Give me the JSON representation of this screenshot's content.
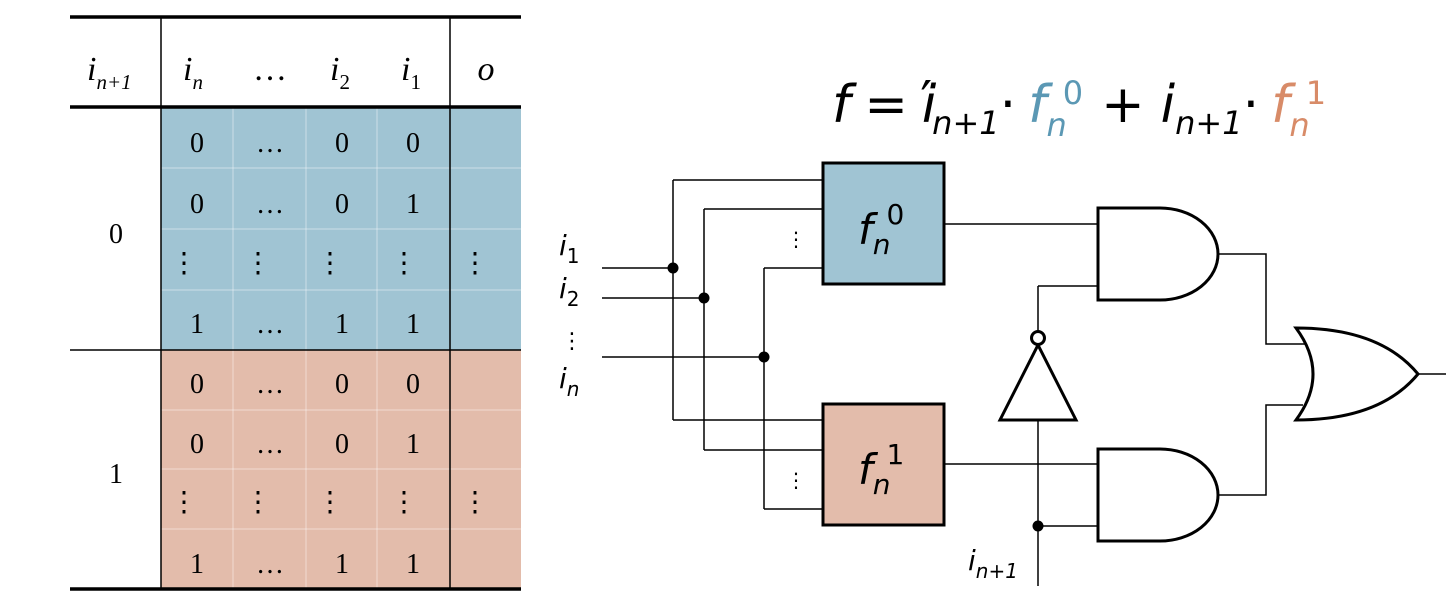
{
  "colors": {
    "blue_fill": "#a0c4d3",
    "salmon_fill": "#e3bcab",
    "blue_text": "#5b98b4",
    "salmon_text": "#d88b68",
    "line": "#000000"
  },
  "table": {
    "headers": {
      "in1_base": "i",
      "in1_sub": "n+1",
      "in_base": "i",
      "in_sub": "n",
      "ellipsis": "…",
      "i2_base": "i",
      "i2_sub": "2",
      "i1_base": "i",
      "i1_sub": "1",
      "out": "o"
    },
    "groups": [
      {
        "label": "0",
        "rows": [
          [
            "0",
            "…",
            "0",
            "0"
          ],
          [
            "0",
            "…",
            "0",
            "1"
          ],
          [
            "⋮",
            "⋮",
            "⋮",
            "⋮"
          ],
          [
            "1",
            "…",
            "1",
            "1"
          ]
        ],
        "out_ellipsis": "⋮"
      },
      {
        "label": "1",
        "rows": [
          [
            "0",
            "…",
            "0",
            "0"
          ],
          [
            "0",
            "…",
            "0",
            "1"
          ],
          [
            "⋮",
            "⋮",
            "⋮",
            "⋮"
          ],
          [
            "1",
            "…",
            "1",
            "1"
          ]
        ],
        "out_ellipsis": "⋮"
      }
    ]
  },
  "formula": {
    "lhs": "f",
    "eq": "=",
    "t1_var": "i",
    "t1_prime": "′",
    "t1_sub": "n+1",
    "dot": "·",
    "t1_f": "f",
    "t1_f_sub": "n",
    "t1_f_sup": "0",
    "plus": "+",
    "t2_var": "i",
    "t2_sub": "n+1",
    "t2_f": "f",
    "t2_f_sub": "n",
    "t2_f_sup": "1"
  },
  "circuit": {
    "inputs": {
      "i1_base": "i",
      "i1_sub": "1",
      "i2_base": "i",
      "i2_sub": "2",
      "vdots": "⋮",
      "in_base": "i",
      "in_sub": "n",
      "in1_base": "i",
      "in1_sub": "n+1"
    },
    "box_top": {
      "base": "f",
      "sub": "n",
      "sup": "0",
      "vdots": "⋮"
    },
    "box_bottom": {
      "base": "f",
      "sub": "n",
      "sup": "1",
      "vdots": "⋮"
    }
  }
}
